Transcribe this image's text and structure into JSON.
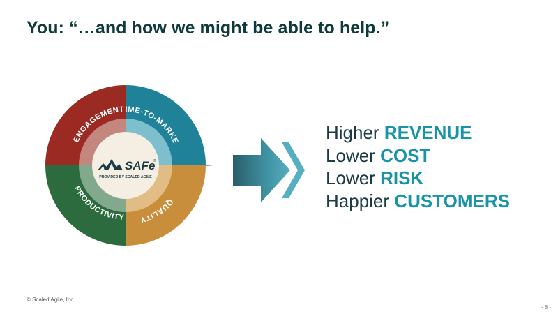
{
  "slide": {
    "title": "You: “…and how we might be able to help.”",
    "footer_copyright": "© Scaled Agile, Inc.",
    "page_number": "- 8 -"
  },
  "diagram": {
    "segments": [
      {
        "label": "ENGAGEMENT",
        "color": "#9b2a22"
      },
      {
        "label": "TIME-TO-MARKET",
        "color": "#1f8299"
      },
      {
        "label": "QUALITY",
        "color": "#c98e3b"
      },
      {
        "label": "PRODUCTIVITY",
        "color": "#2c6b3e"
      }
    ],
    "logo_text": "SAFe",
    "logo_mark": "®",
    "logo_tagline": "PROVIDED BY SCALED AGILE"
  },
  "benefits": [
    {
      "prefix": "Higher",
      "keyword": "REVENUE"
    },
    {
      "prefix": "Lower",
      "keyword": "COST"
    },
    {
      "prefix": "Lower",
      "keyword": "RISK"
    },
    {
      "prefix": "Happier",
      "keyword": "CUSTOMERS"
    }
  ],
  "colors": {
    "title": "#103a3a",
    "keyword": "#1993aa",
    "body_text": "#1d3b44"
  }
}
